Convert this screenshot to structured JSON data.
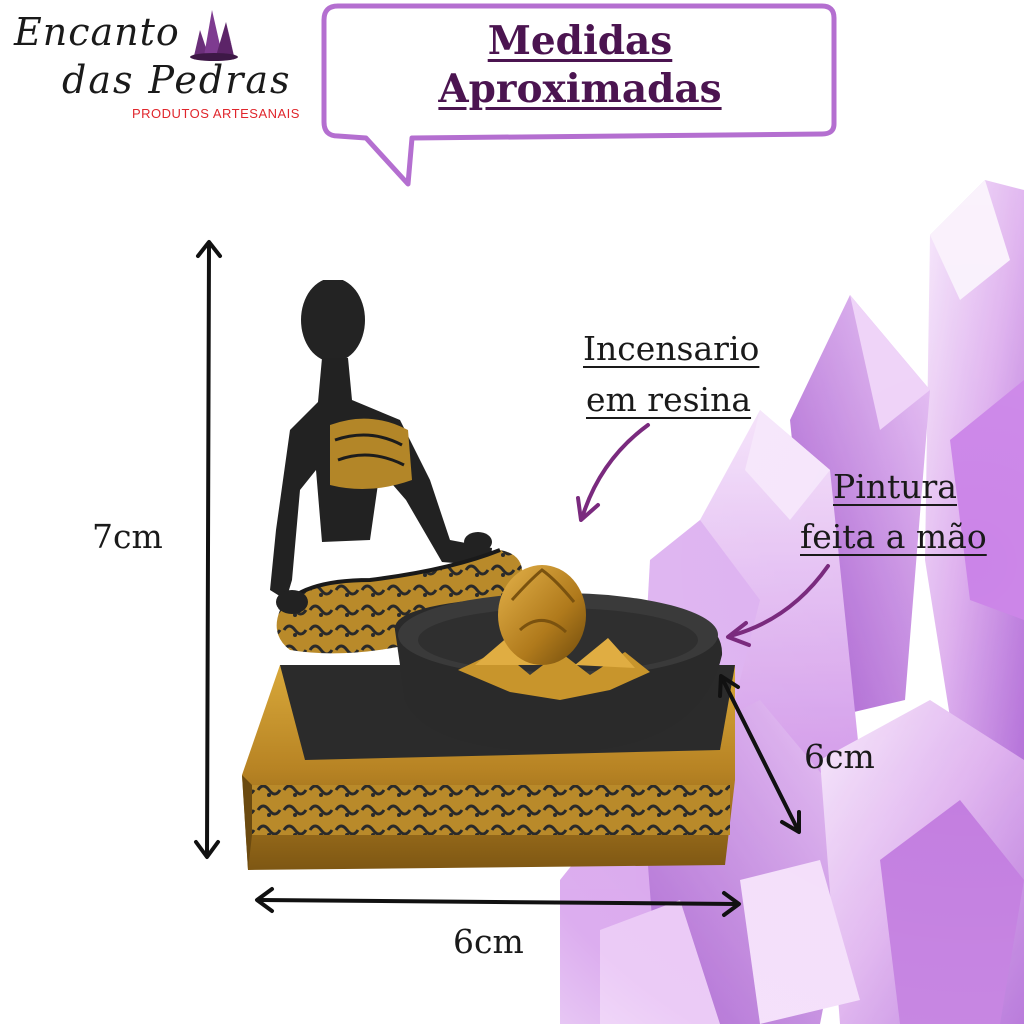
{
  "brand": {
    "line1": "Encanto",
    "line2": "das Pedras",
    "tagline": "PRODUTOS ARTESANAIS"
  },
  "headline": {
    "line1": "Medidas",
    "line2": "Aproximadas"
  },
  "measurements": {
    "height": "7cm",
    "depth": "6cm",
    "width": "6cm"
  },
  "callouts": {
    "material_line1": "Incensario",
    "material_line2": "em resina",
    "paint_line1": "Pintura",
    "paint_line2": "feita a mão"
  },
  "colors": {
    "accent_purple": "#7a2a7e",
    "bubble_border": "#b46fd0",
    "title_purple": "#4b1450",
    "tagline_red": "#e0262c",
    "crystal_light": "#e9c9f3",
    "crystal_mid": "#c77ce2",
    "crystal_dark": "#9b3fc7",
    "gold": "#c9952b",
    "figure_black": "#202020"
  },
  "icons": {
    "logo": "amethyst-cluster-icon",
    "height_arrow": "double-arrow-vertical",
    "width_arrow": "double-arrow-horizontal",
    "depth_arrow": "double-arrow-diagonal",
    "callout_arrow": "curved-arrow"
  }
}
